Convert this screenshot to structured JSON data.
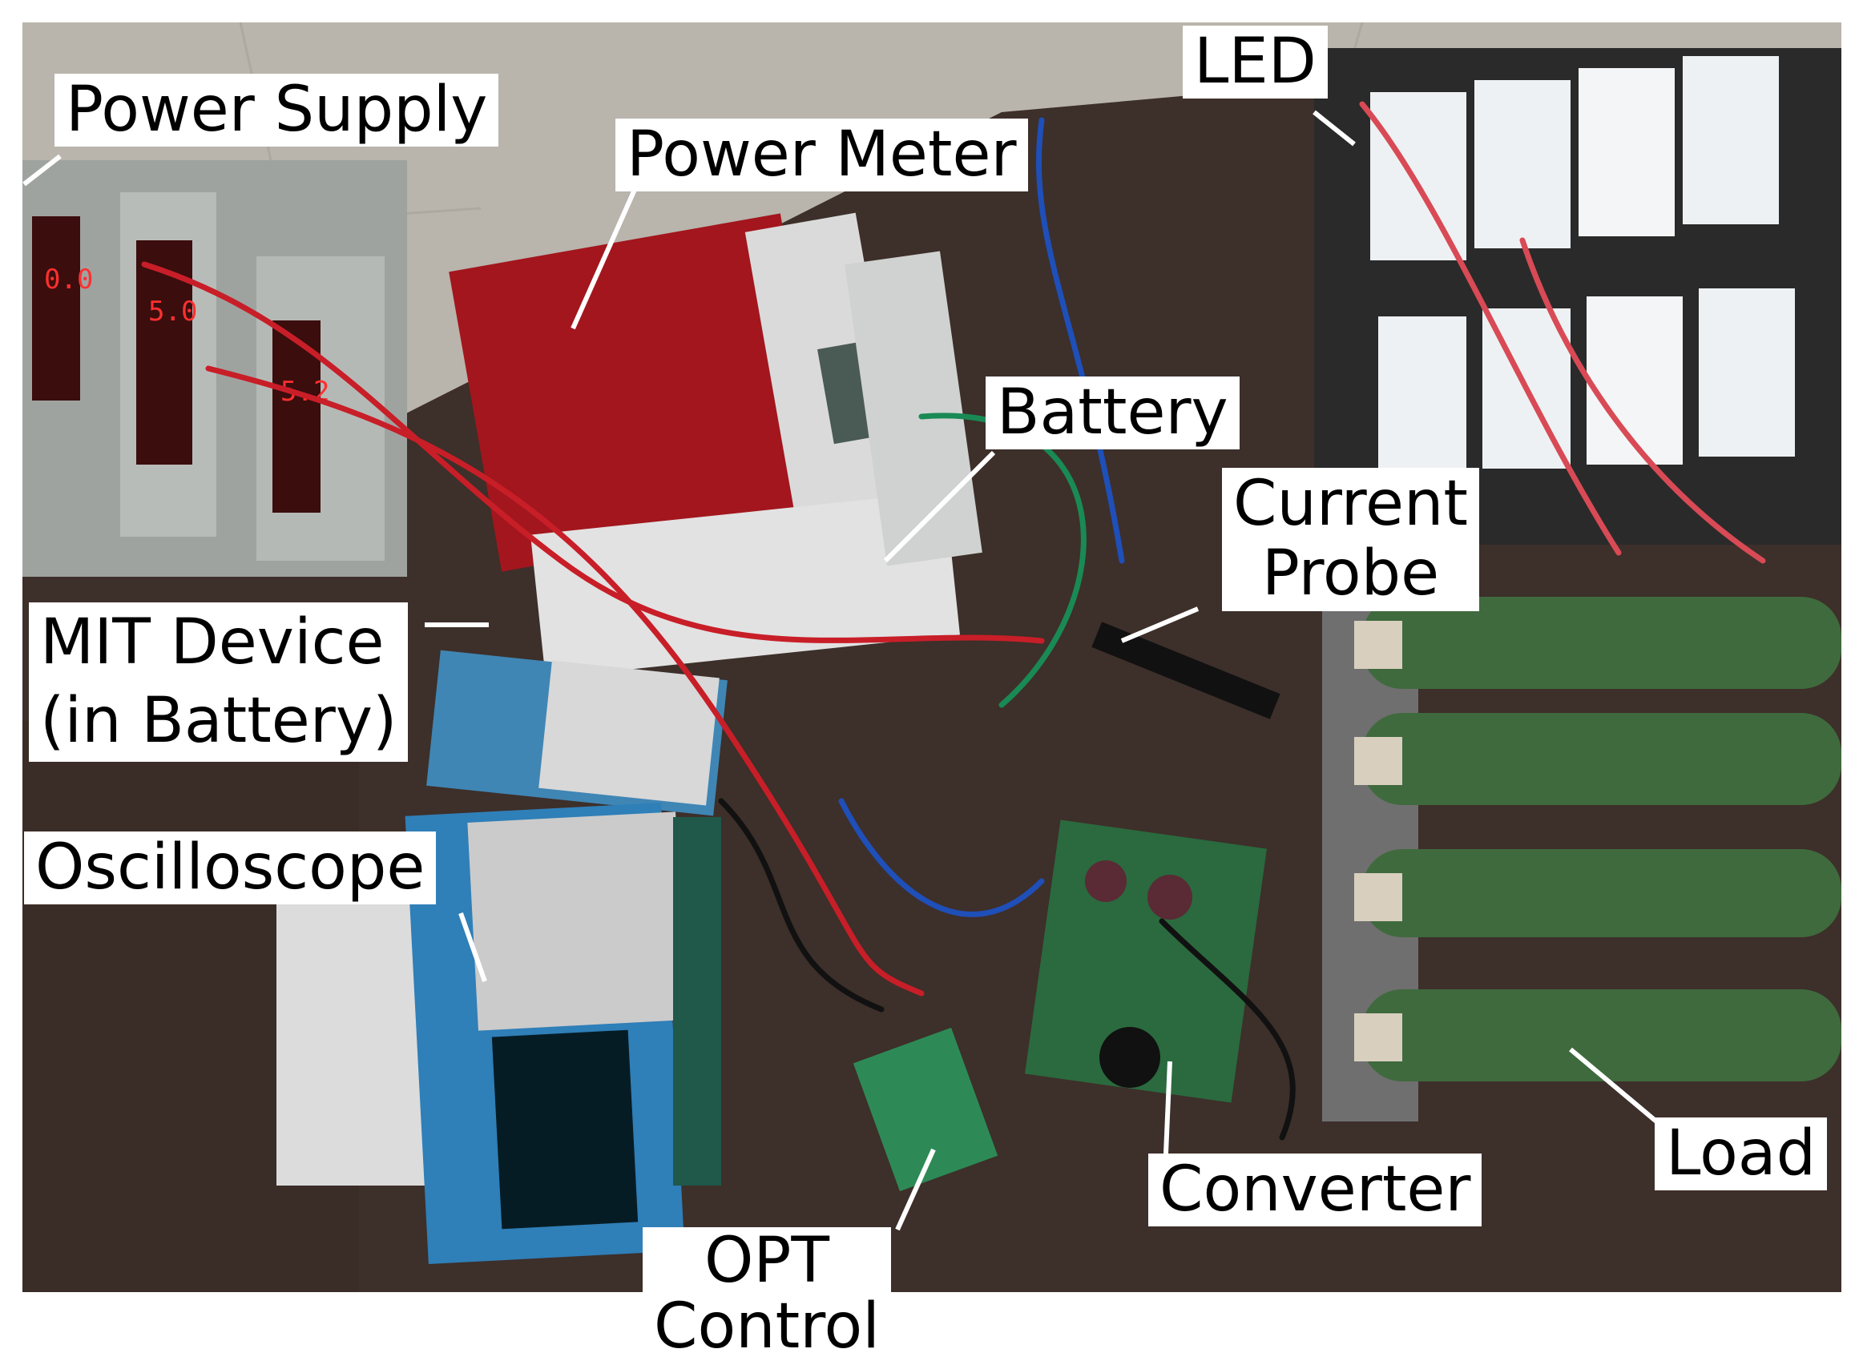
{
  "labels": {
    "power_supply": "Power Supply",
    "power_meter": "Power Meter",
    "led": "LED",
    "battery": "Battery",
    "current_probe_line1": "Current",
    "current_probe_line2": "Probe",
    "mit_device_line1": "MIT Device",
    "mit_device_line2": "(in Battery)",
    "oscilloscope": "Oscilloscope",
    "opt_control_line1": "OPT",
    "opt_control_line2": "Control",
    "converter": "Converter",
    "load": "Load"
  },
  "colors": {
    "floor": "#b7b2aa",
    "desk": "#3d2f2a",
    "power_meter_case": "#a3161d",
    "resistor": "#3f6a3d",
    "pcb": "#2a6a3e",
    "led_panel": "#eef1f3",
    "oscilloscope_body": "#2f7fb8",
    "wire_red": "#c81e28",
    "wire_blue": "#1f4fb8",
    "wire_green": "#1a8a55"
  }
}
